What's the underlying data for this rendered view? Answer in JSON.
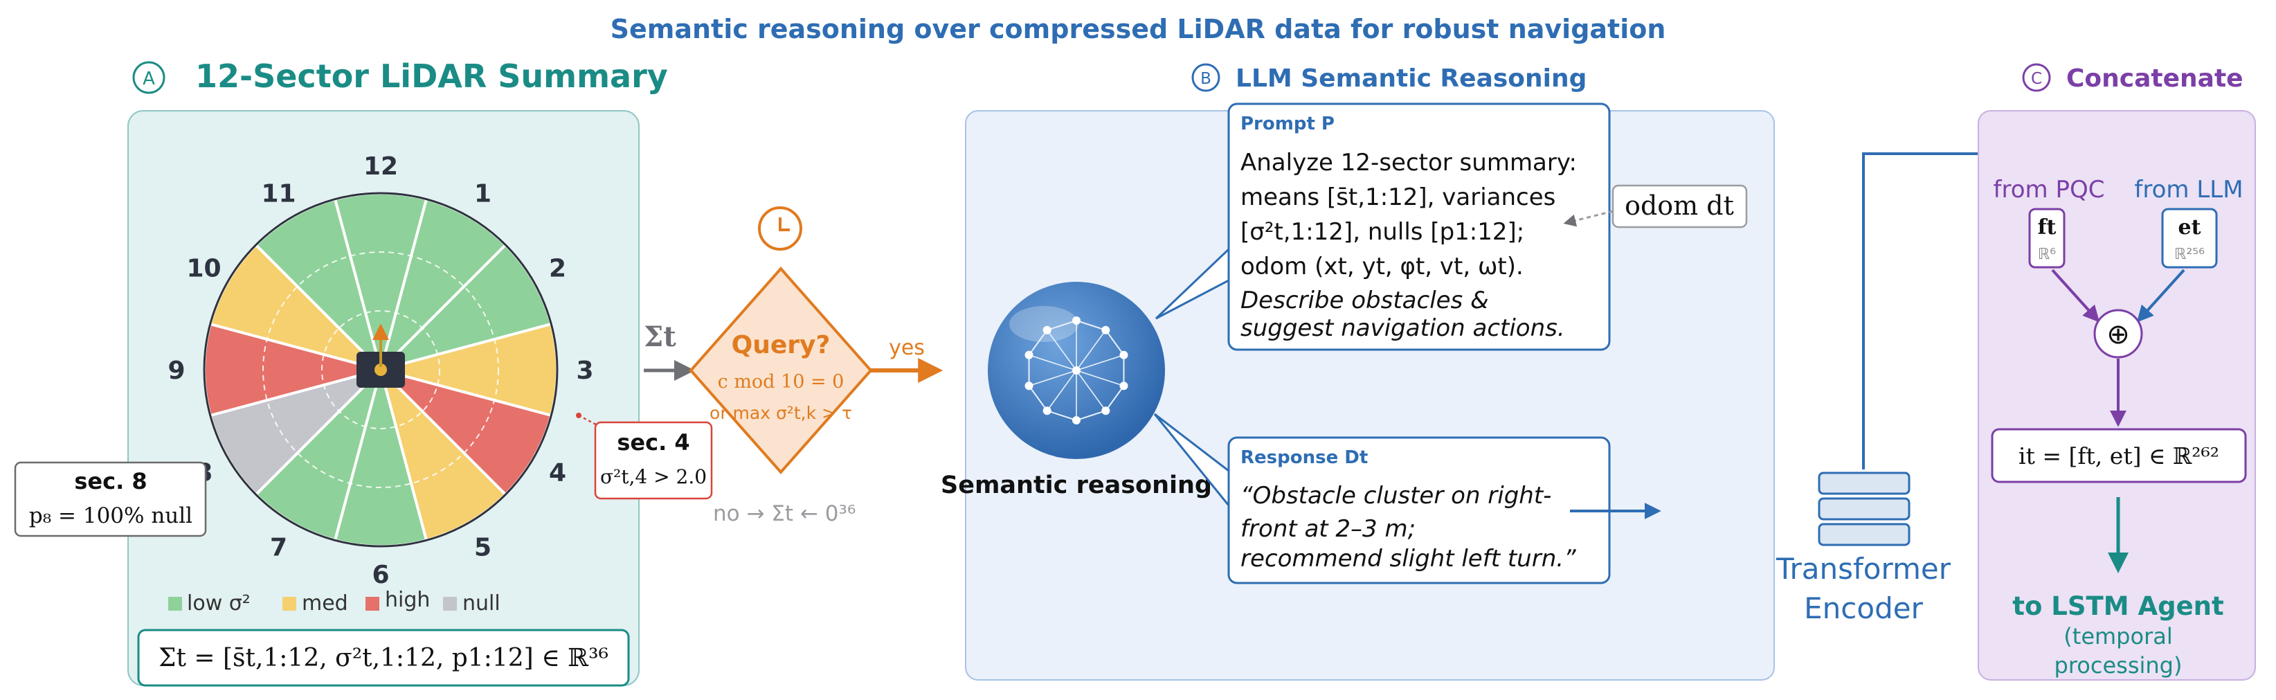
{
  "title": "Semantic reasoning over compressed LiDAR data for robust navigation",
  "colors": {
    "teal": "#1a8c85",
    "blue": "#2e6db3",
    "purple": "#7b3fa6",
    "orange": "#e07b1f",
    "low": "#8fd19a",
    "med": "#f6d06f",
    "high": "#e5716a",
    "null": "#c3c5cb"
  },
  "panelA": {
    "badge": "A",
    "title": "12-Sector LiDAR Summary",
    "sector_numbers": [
      "12",
      "1",
      "2",
      "3",
      "4",
      "5",
      "6",
      "7",
      "8",
      "9",
      "10",
      "11"
    ],
    "sector_levels": [
      "low",
      "low",
      "low",
      "med",
      "high",
      "med",
      "low",
      "low",
      "null",
      "high",
      "med",
      "low"
    ],
    "legend": {
      "low": "low σ²",
      "med": "med",
      "high": "high",
      "null": "null"
    },
    "sec8": {
      "title": "sec. 8",
      "value": "p₈ = 100% null"
    },
    "sec4": {
      "title": "sec. 4",
      "value": "σ²t,4 > 2.0"
    },
    "formula": "Σt = [s̄t,1:12,  σ²t,1:12,  p1:12] ∈ ℝ³⁶"
  },
  "decision": {
    "sigma_label": "Σt",
    "query_title": "Query?",
    "cond1": "c mod 10 = 0",
    "cond2": "or max σ²t,k > τ",
    "yes": "yes",
    "no": "no →  Σt ← 0³⁶"
  },
  "panelB": {
    "badge": "B",
    "title": "LLM Semantic Reasoning",
    "prompt_header": "Prompt P",
    "prompt_lines": [
      "Analyze 12-sector summary:",
      "means [s̄t,1:12], variances",
      "[σ²t,1:12], nulls [p1:12];",
      "odom (xt, yt, φt, vt, ωt)."
    ],
    "prompt_italic": [
      "Describe obstacles &",
      "suggest navigation actions."
    ],
    "odom": "odom dt",
    "response_header": "Response Dt",
    "response_lines": [
      "“Obstacle cluster on right-",
      "front at 2–3 m;",
      "recommend slight left turn.”"
    ],
    "semantic_label": "Semantic reasoning"
  },
  "transformer": {
    "line1": "Transformer",
    "line2": "Encoder"
  },
  "panelC": {
    "badge": "C",
    "title": "Concatenate",
    "from_pqc": "from PQC",
    "from_llm": "from LLM",
    "ft": "ft",
    "ft_dim": "ℝ⁶",
    "et": "et",
    "et_dim": "ℝ²⁵⁶",
    "oplus": "⊕",
    "concat": "it = [ft, et] ∈ ℝ²⁶²",
    "to_lstm": "to LSTM Agent",
    "temporal1": "(temporal",
    "temporal2": "processing)"
  }
}
